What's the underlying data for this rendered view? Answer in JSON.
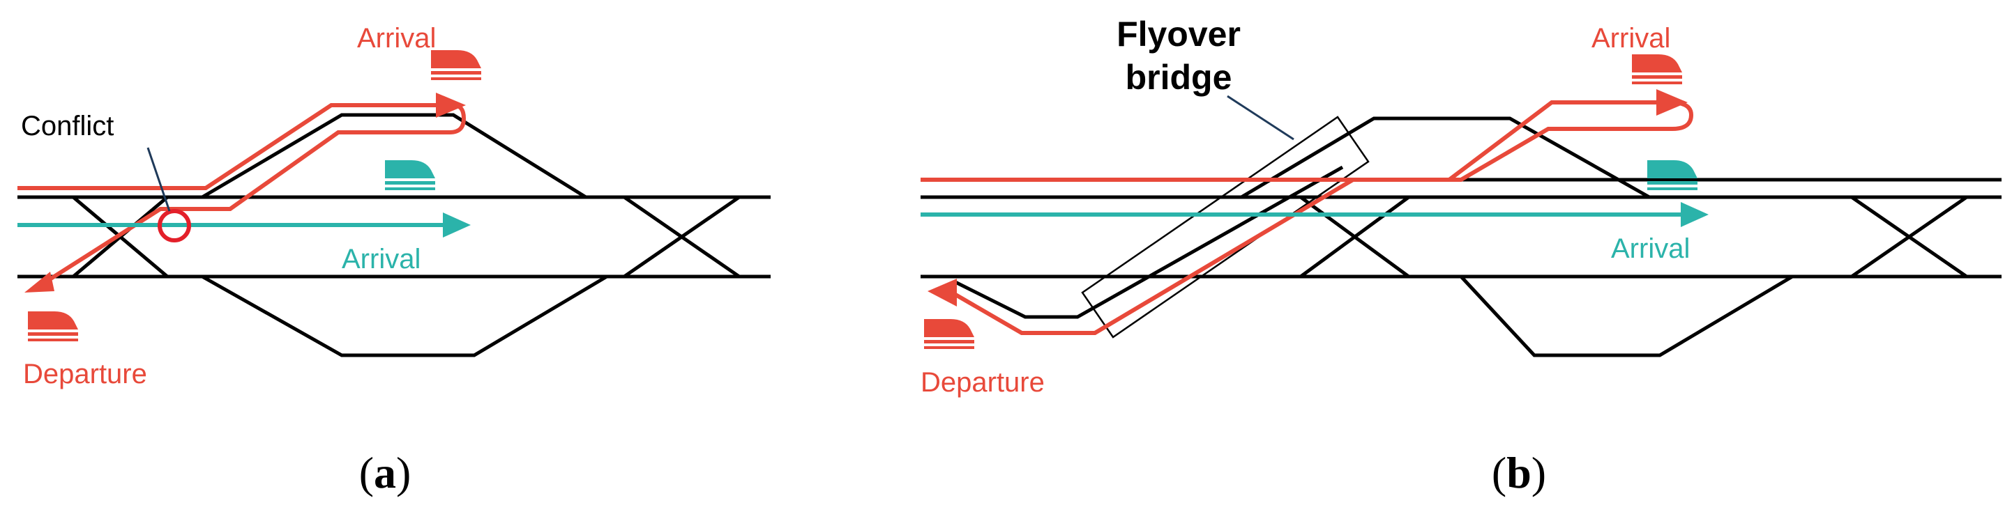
{
  "colors": {
    "track": "#000000",
    "departure_route": "#e8493a",
    "arrival_route_a": "#e8493a",
    "through_arrival": "#2bb3aa",
    "conflict_marker": "#e3202a",
    "bridge_outline": "#000000"
  },
  "icons": [
    "train-icon"
  ],
  "panel_a": {
    "label_arrival_top": "Arrival",
    "label_conflict": "Conflict",
    "label_arrival_mid": "Arrival",
    "label_departure": "Departure",
    "caption_open": "(",
    "caption_letter": "a",
    "caption_close": ")"
  },
  "panel_b": {
    "label_flyover_line1": "Flyover",
    "label_flyover_line2": "bridge",
    "label_arrival_top": "Arrival",
    "label_arrival_mid": "Arrival",
    "label_departure": "Departure",
    "caption_open": "(",
    "caption_letter": "b",
    "caption_close": ")"
  }
}
